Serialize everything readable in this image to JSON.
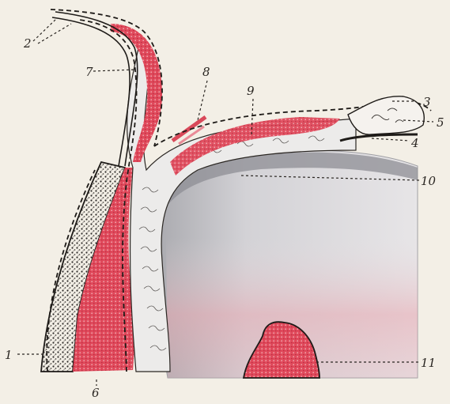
{
  "figure": {
    "labels": [
      {
        "id": "1",
        "text": "1"
      },
      {
        "id": "2",
        "text": "2"
      },
      {
        "id": "3",
        "text": "3"
      },
      {
        "id": "4",
        "text": "4"
      },
      {
        "id": "5",
        "text": "5"
      },
      {
        "id": "6",
        "text": "6"
      },
      {
        "id": "7",
        "text": "7"
      },
      {
        "id": "8",
        "text": "8"
      },
      {
        "id": "9",
        "text": "9"
      },
      {
        "id": "10",
        "text": "10"
      },
      {
        "id": "11",
        "text": "11"
      }
    ],
    "colors": {
      "background": "#f3efe6",
      "tissue_red": "#d9495a",
      "tissue_pink": "#e9a9ad",
      "grey_mass": "#cfcfd3",
      "grey_dark": "#9a9aa0",
      "bone_dark": "#3b3a38",
      "ink": "#1e1b18"
    }
  }
}
